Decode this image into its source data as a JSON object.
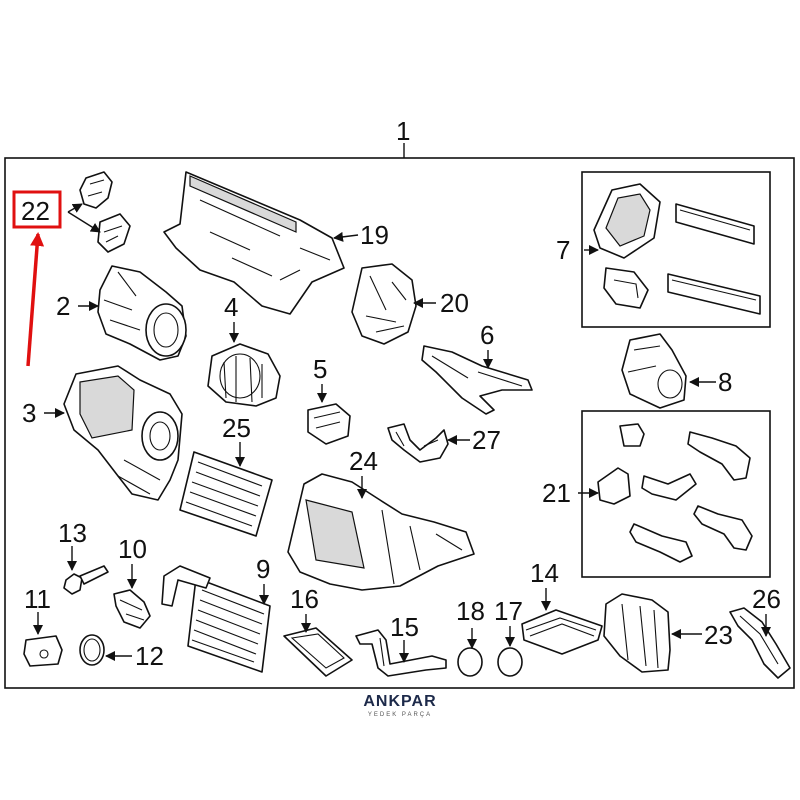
{
  "callouts": {
    "c1": "1",
    "c2": "2",
    "c3": "3",
    "c4": "4",
    "c5": "5",
    "c6": "6",
    "c7": "7",
    "c8": "8",
    "c9": "9",
    "c10": "10",
    "c11": "11",
    "c12": "12",
    "c13": "13",
    "c14": "14",
    "c15": "15",
    "c16": "16",
    "c17": "17",
    "c18": "18",
    "c19": "19",
    "c20": "20",
    "c21": "21",
    "c22": "22",
    "c23": "23",
    "c24": "24",
    "c25": "25",
    "c26": "26",
    "c27": "27"
  },
  "highlight": {
    "callout": "22",
    "color": "#e01010"
  },
  "logo": {
    "name": "ANKPAR",
    "subtitle": "YEDEK PARÇA"
  }
}
